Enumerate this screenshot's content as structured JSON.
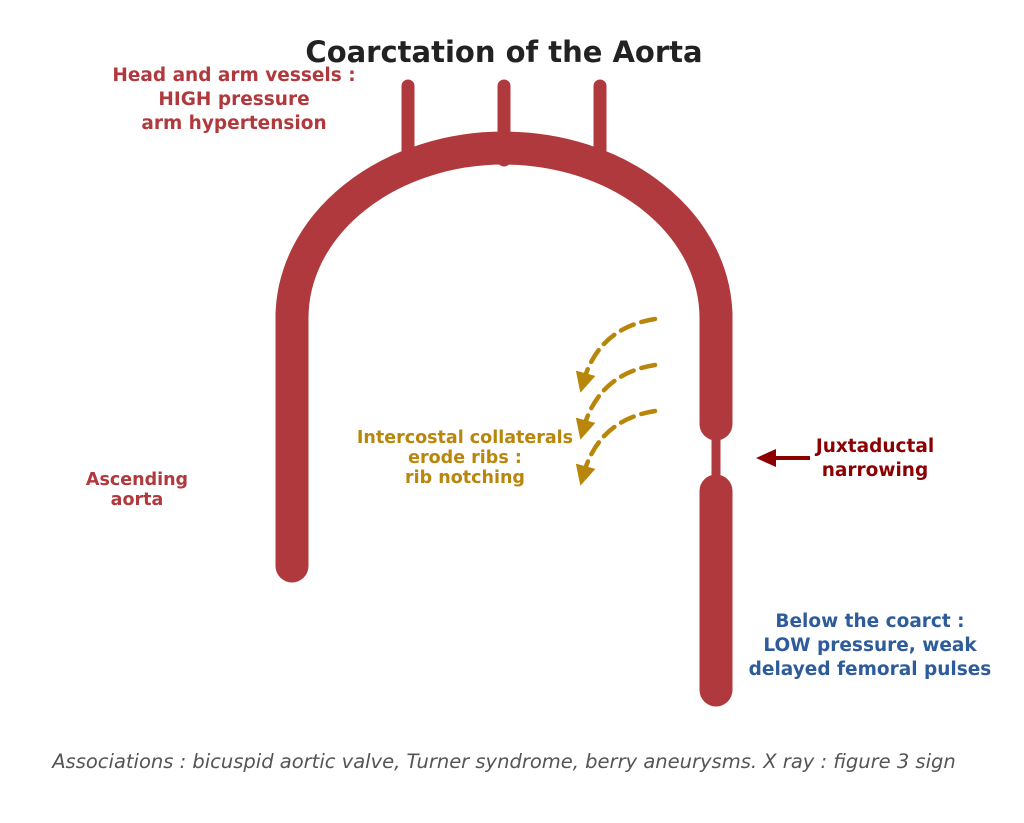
{
  "title": "Coarctation of the Aorta",
  "labels": {
    "head_vessels": [
      "Head and arm vessels :",
      "HIGH pressure",
      "arm hypertension"
    ],
    "ascending": [
      "Ascending",
      "aorta"
    ],
    "collaterals": [
      "Intercostal collaterals",
      "erode ribs :",
      "rib notching"
    ],
    "narrowing": [
      "Juxtaductal",
      "narrowing"
    ],
    "below": [
      "Below the coarct :",
      "LOW pressure, weak",
      "delayed femoral pulses"
    ]
  },
  "footnote": "Associations : bicuspid aortic valve, Turner syndrome, berry aneurysms. X ray : figure 3 sign",
  "colors": {
    "aorta": "#b0393e",
    "aorta_label": "#b0393e",
    "collateral": "#b8860b",
    "narrowing": "#8b0000",
    "low_pressure": "#2e5c9a",
    "title": "#222222",
    "footnote": "#555555"
  }
}
